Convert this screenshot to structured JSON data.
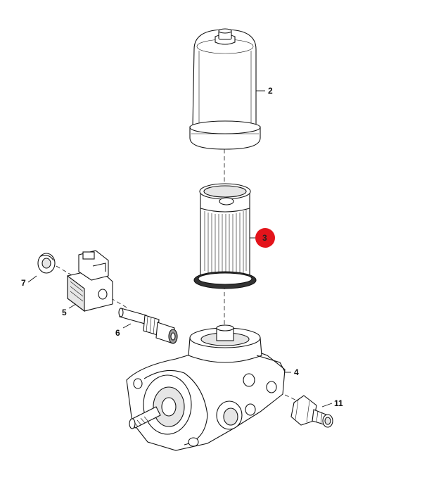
{
  "diagram": {
    "callouts": [
      {
        "id": "2",
        "label": "2"
      },
      {
        "id": "3",
        "label": "3",
        "highlighted": true
      },
      {
        "id": "4",
        "label": "4"
      },
      {
        "id": "5",
        "label": "5"
      },
      {
        "id": "6",
        "label": "6"
      },
      {
        "id": "7",
        "label": "7"
      },
      {
        "id": "11",
        "label": "11"
      }
    ],
    "colors": {
      "highlight": "#e3141b",
      "line": "#111111",
      "background": "#ffffff"
    }
  }
}
